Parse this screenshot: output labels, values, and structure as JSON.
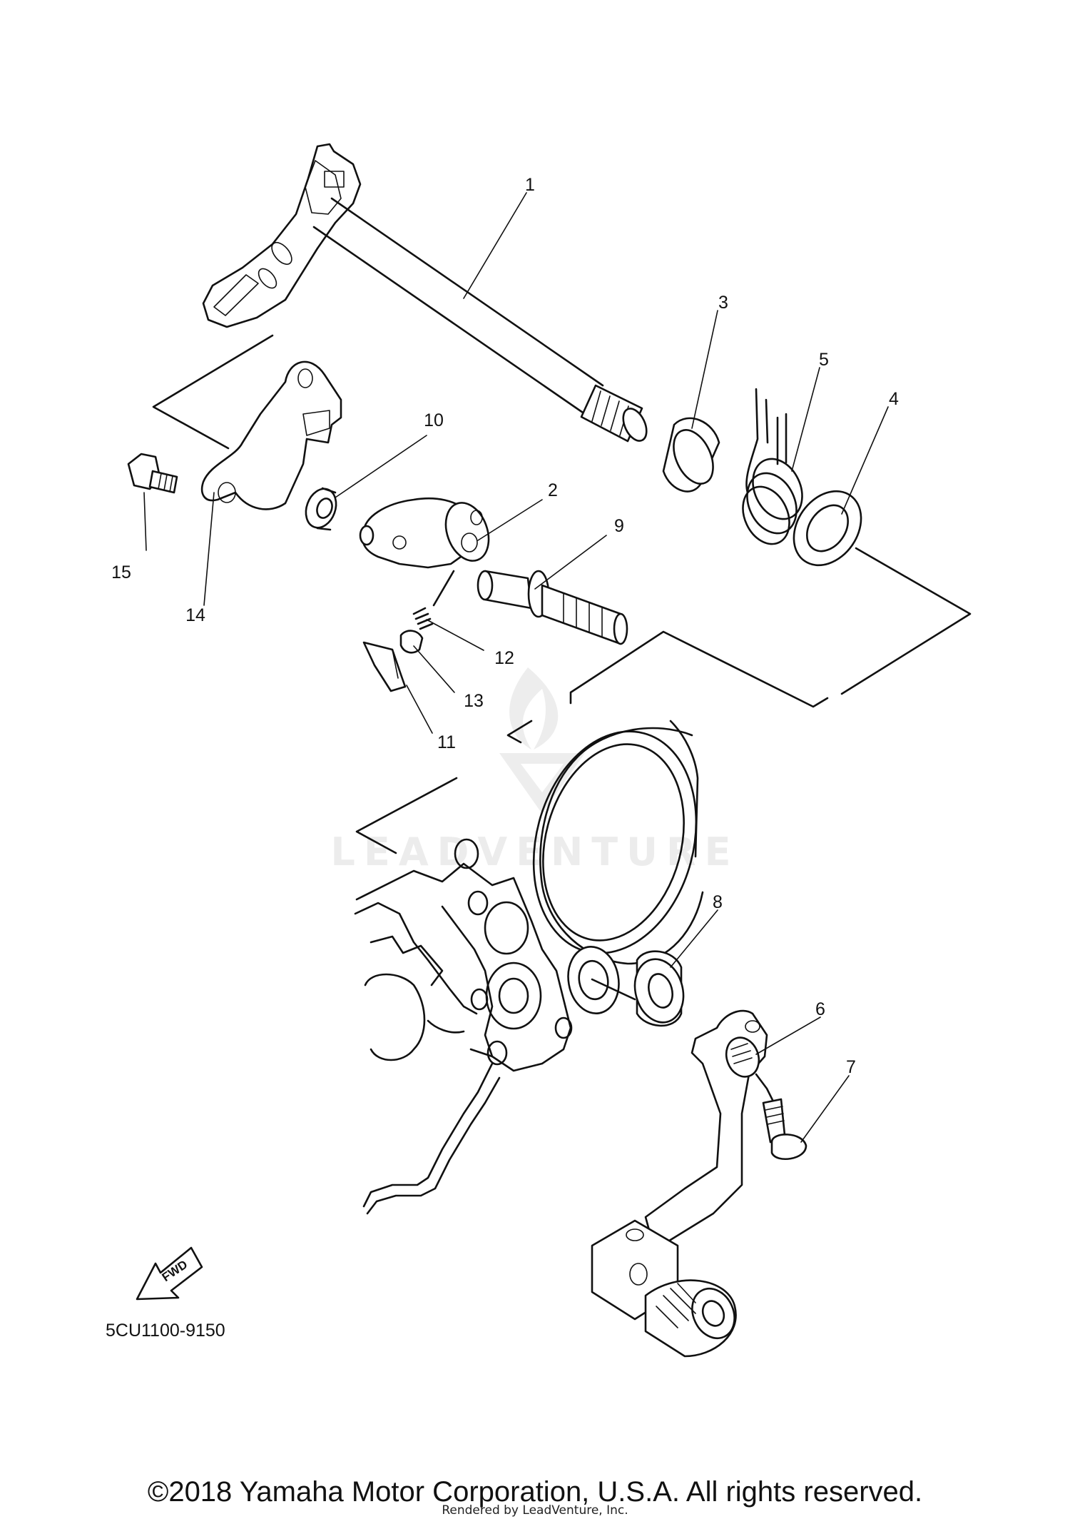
{
  "diagram": {
    "callouts": [
      {
        "id": "1",
        "label": "1"
      },
      {
        "id": "2",
        "label": "2"
      },
      {
        "id": "3",
        "label": "3"
      },
      {
        "id": "4",
        "label": "4"
      },
      {
        "id": "5",
        "label": "5"
      },
      {
        "id": "6",
        "label": "6"
      },
      {
        "id": "7",
        "label": "7"
      },
      {
        "id": "8",
        "label": "8"
      },
      {
        "id": "9",
        "label": "9"
      },
      {
        "id": "10",
        "label": "10"
      },
      {
        "id": "11",
        "label": "11"
      },
      {
        "id": "12",
        "label": "12"
      },
      {
        "id": "13",
        "label": "13"
      },
      {
        "id": "14",
        "label": "14"
      },
      {
        "id": "15",
        "label": "15"
      }
    ],
    "fwd_label": "FWD",
    "diagram_code": "5CU1100-9150"
  },
  "watermark": {
    "brand": "LEADVENTURE"
  },
  "footer": {
    "copyright": "©2018 Yamaha Motor Corporation, U.S.A. All rights reserved.",
    "rendered_by": "Rendered by LeadVenture, Inc."
  }
}
